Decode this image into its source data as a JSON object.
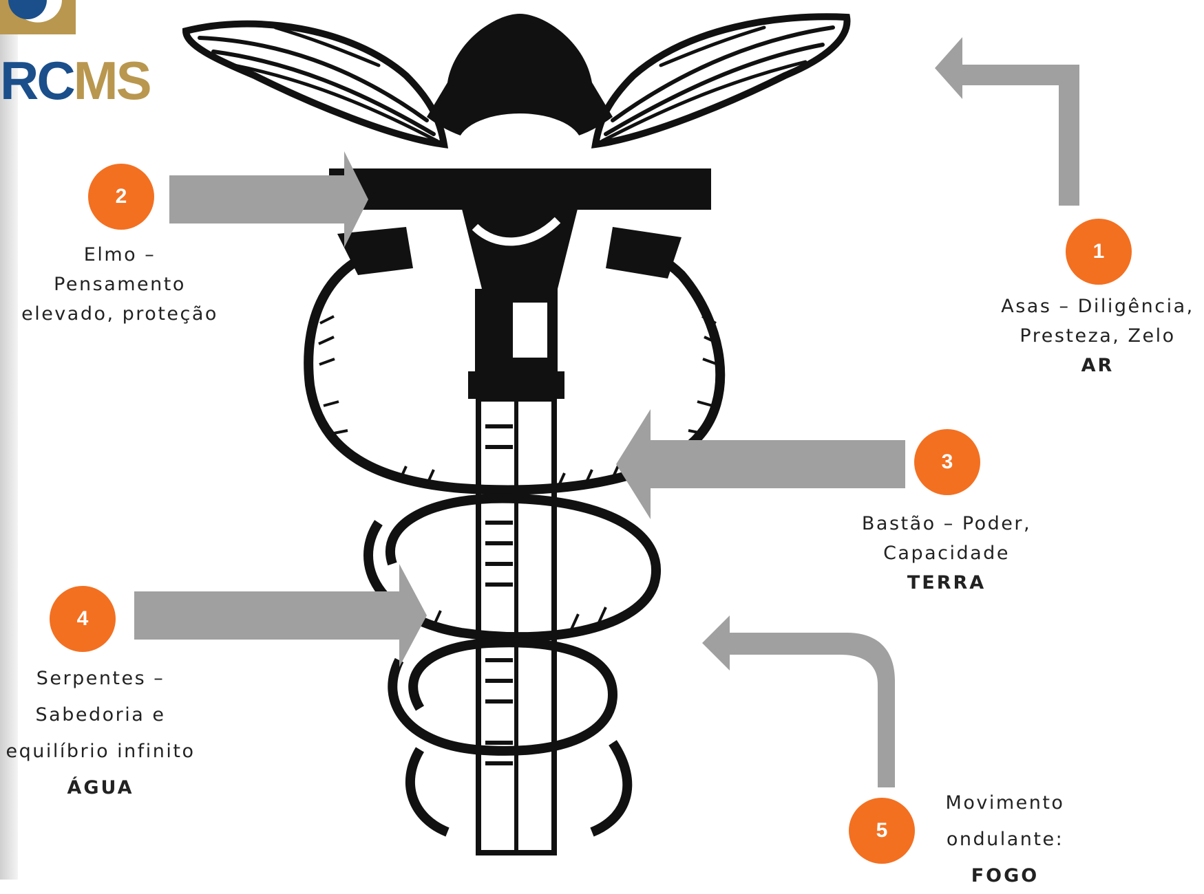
{
  "logo": {
    "text_rc": "RC",
    "text_ms": "MS"
  },
  "colors": {
    "badge": "#f37021",
    "arrow": "#a0a0a0",
    "logo_blue": "#1a4f8b",
    "logo_gold": "#b9974f"
  },
  "symbol": {
    "icon": "caduceus-icon"
  },
  "items": [
    {
      "number": "1",
      "line1": "Asas – Diligência,",
      "line2": "Presteza, Zelo",
      "element": "AR"
    },
    {
      "number": "2",
      "line1": "Elmo –",
      "line2": "Pensamento",
      "line3": "elevado, proteção"
    },
    {
      "number": "3",
      "line1": "Bastão – Poder,",
      "line2": "Capacidade",
      "element": "TERRA"
    },
    {
      "number": "4",
      "line1": "Serpentes –",
      "line2": "Sabedoria e",
      "line3": "equilíbrio infinito",
      "element": "ÁGUA"
    },
    {
      "number": "5",
      "line1": "Movimento",
      "line2": "ondulante:",
      "element": "FOGO"
    }
  ]
}
